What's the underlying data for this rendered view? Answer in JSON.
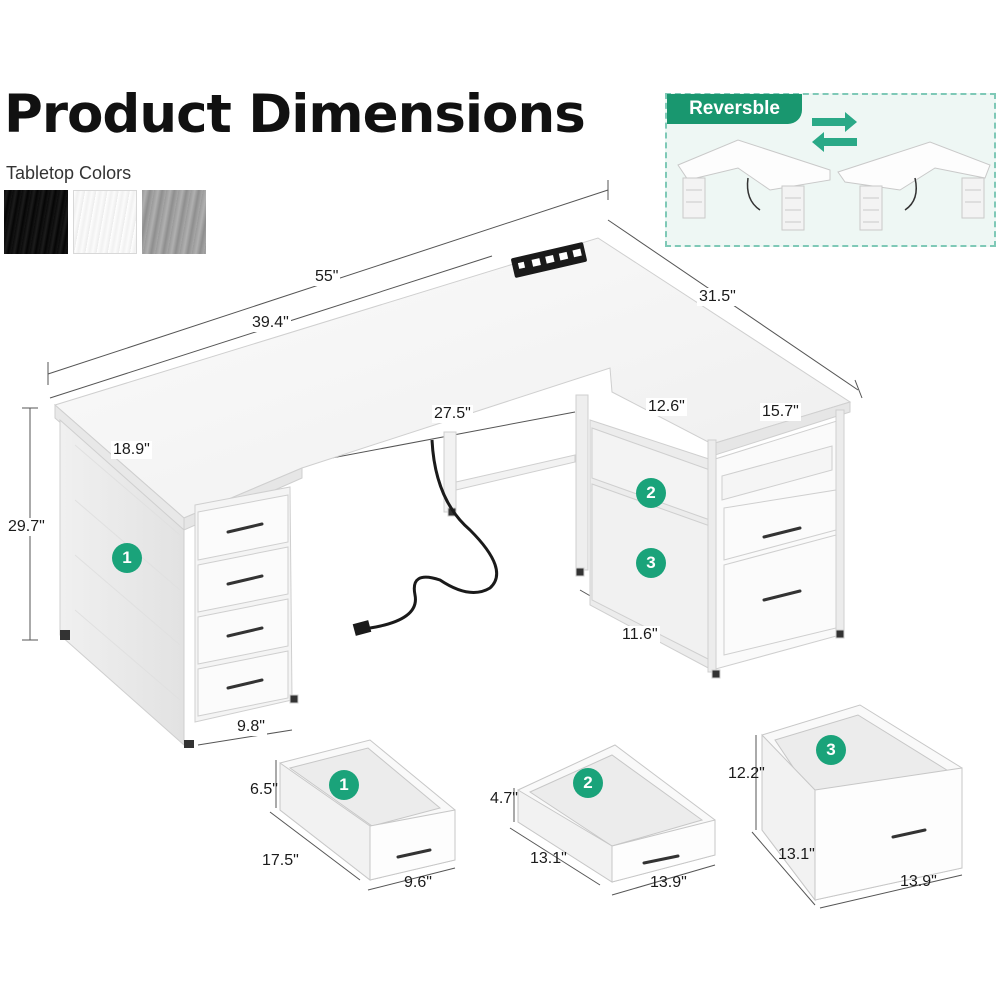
{
  "header": {
    "title": "Product Dimensions",
    "subtitle": "Tabletop Colors"
  },
  "swatches": [
    {
      "name": "black",
      "color": "#111111"
    },
    {
      "name": "white",
      "color": "#f5f5f5"
    },
    {
      "name": "grey",
      "color": "#a3a3a3"
    }
  ],
  "reversible": {
    "label": "Reversble",
    "accent_color": "#19976f",
    "icon": "swap-arrows-icon"
  },
  "desk_dimensions": {
    "total_width": "55\"",
    "left_section_width": "39.4\"",
    "depth_right": "31.5\"",
    "depth_left": "18.9\"",
    "knee_space": "27.5\"",
    "cabinet_depth": "12.6\"",
    "shelf_width": "15.7\"",
    "height": "29.7\"",
    "drawer_unit_width": "9.8\"",
    "cabinet_width": "11.6\""
  },
  "labels": {
    "drawer_unit": "1",
    "cabinet_top": "2",
    "cabinet_bottom": "3"
  },
  "drawers": [
    {
      "number": "1",
      "height": "6.5\"",
      "depth": "17.5\"",
      "width": "9.6\""
    },
    {
      "number": "2",
      "height": "4.7\"",
      "depth": "13.1\"",
      "width": "13.9\""
    },
    {
      "number": "3",
      "height": "12.2\"",
      "depth": "13.1\"",
      "width": "13.9\""
    }
  ],
  "colors": {
    "badge": "#1aa37a",
    "desk_white": "#f7f7f7",
    "outline": "#cfcfcf"
  }
}
